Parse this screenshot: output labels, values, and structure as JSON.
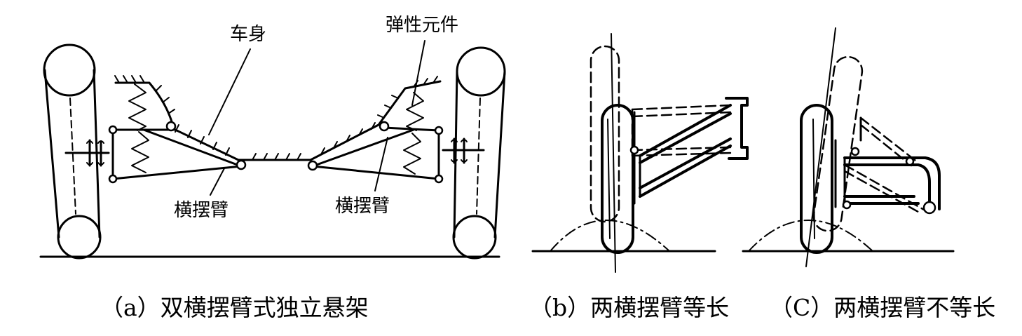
{
  "diagram_a": {
    "label_body": "车身",
    "label_spring": "弹性元件",
    "label_arm_left": "横摆臂",
    "label_arm_right": "横摆臂",
    "caption": "（a）双横摆臂式独立悬架"
  },
  "diagram_b": {
    "caption": "（b）两横摆臂等长"
  },
  "diagram_c": {
    "caption": "（C）两横摆臂不等长"
  }
}
